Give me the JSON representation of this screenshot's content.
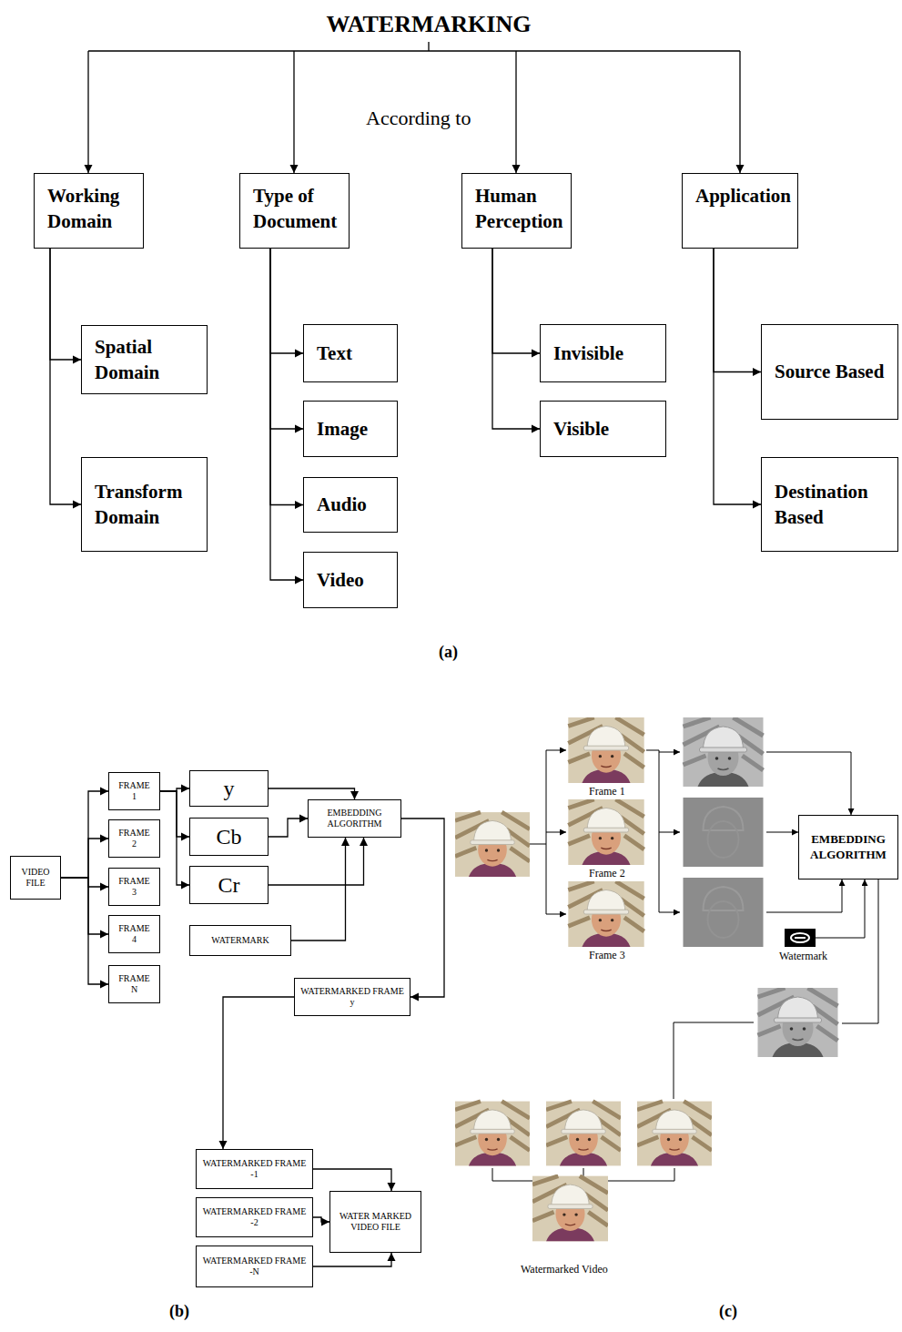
{
  "diagram": {
    "title": "WATERMARKING",
    "nodes": [
      {
        "text": [
          "Working Domain"
        ]
      },
      {
        "text": [
          "Type of Document"
        ]
      },
      {
        "text": [
          "Human Perception"
        ]
      },
      {
        "text": [
          "Application"
        ]
      },
      {
        "text": [
          "Spatial Domain"
        ]
      },
      {
        "text": [
          "Transform Domain"
        ]
      },
      {
        "text": [
          "Text"
        ]
      },
      {
        "text": [
          "Image"
        ]
      },
      {
        "text": [
          "Audio"
        ]
      },
      {
        "text": [
          "Video"
        ]
      },
      {
        "text": [
          "Invisible"
        ]
      },
      {
        "text": [
          "Visible"
        ]
      },
      {
        "text": [
          "Source Based"
        ]
      },
      {
        "text": [
          "Destination Based"
        ]
      },
      {
        "text": [
          "VIDEO FILE"
        ]
      },
      {
        "text": [
          "FRAME 1"
        ]
      },
      {
        "text": [
          "FRAME 2"
        ]
      },
      {
        "text": [
          "FRAME 3"
        ]
      },
      {
        "text": [
          "FRAME 4"
        ]
      },
      {
        "text": [
          "FRAME N"
        ]
      },
      {
        "text": [
          "y"
        ]
      },
      {
        "text": [
          "Cb"
        ]
      },
      {
        "text": [
          "Cr"
        ]
      },
      {
        "text": [
          "EMBEDDING ALGORITHM"
        ]
      },
      {
        "text": [
          "WATERMARK"
        ]
      },
      {
        "text": [
          "WATERMARKED FRAME y"
        ]
      },
      {
        "text": [
          "WATERMARKED FRAME -1"
        ]
      },
      {
        "text": [
          "WATERMARKED FRAME -2"
        ]
      },
      {
        "text": [
          "WATERMARKED FRAME -N"
        ]
      },
      {
        "text": [
          "WATER MARKED VIDEO FILE"
        ]
      },
      {
        "text": [
          "EMBEDDING ALGORITHM"
        ]
      }
    ],
    "edges": [
      {
        "from": 0,
        "to": 4,
        "arrow": "to"
      },
      {
        "from": 0,
        "to": 5,
        "arrow": "to"
      },
      {
        "from": 1,
        "to": 6,
        "arrow": "to"
      },
      {
        "from": 1,
        "to": 7,
        "arrow": "to"
      },
      {
        "from": 1,
        "to": 8,
        "arrow": "to"
      },
      {
        "from": 1,
        "to": 9,
        "arrow": "to"
      },
      {
        "from": 2,
        "to": 10,
        "arrow": "to"
      },
      {
        "from": 2,
        "to": 11,
        "arrow": "to"
      },
      {
        "from": 3,
        "to": 12,
        "arrow": "to"
      },
      {
        "from": 3,
        "to": 13,
        "arrow": "to"
      },
      {
        "from": 14,
        "to": 15,
        "arrow": "to"
      },
      {
        "from": 14,
        "to": 16,
        "arrow": "to"
      },
      {
        "from": 14,
        "to": 17,
        "arrow": "to"
      },
      {
        "from": 14,
        "to": 18,
        "arrow": "to"
      },
      {
        "from": 14,
        "to": 19,
        "arrow": "to"
      },
      {
        "from": 15,
        "to": 20,
        "arrow": "to"
      },
      {
        "from": 15,
        "to": 21,
        "arrow": "to"
      },
      {
        "from": 15,
        "to": 22,
        "arrow": "to"
      },
      {
        "from": 20,
        "to": 23,
        "arrow": "to"
      },
      {
        "from": 21,
        "to": 23,
        "arrow": "to"
      },
      {
        "from": 22,
        "to": 23,
        "arrow": "to"
      },
      {
        "from": 24,
        "to": 23,
        "arrow": "to"
      },
      {
        "from": 23,
        "to": 25,
        "arrow": "to"
      },
      {
        "from": 25,
        "to": 26,
        "arrow": "to"
      },
      {
        "from": 26,
        "to": 29,
        "arrow": "to"
      },
      {
        "from": 27,
        "to": 29,
        "arrow": "to"
      },
      {
        "from": 28,
        "to": 29,
        "arrow": "to"
      }
    ],
    "labels": [
      "According to",
      "(a)",
      "Frame 1",
      "Frame 2",
      "Frame 3",
      "Watermark",
      "Watermarked Video",
      "(b)",
      "(c)"
    ]
  }
}
